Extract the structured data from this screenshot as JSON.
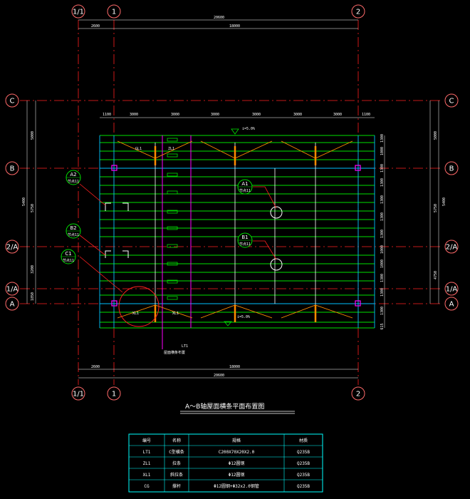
{
  "colors": {
    "background": "#000000",
    "axis_line": "#ff2020",
    "bubble": "#ff6a6a",
    "dimension": "#ffffff",
    "purlin": "#00e000",
    "grid_blue": "#00bfff",
    "magenta": "#ff00ff",
    "orange": "#ff8c00",
    "yellow": "#ffff00",
    "table_border": "#00ffff"
  },
  "axes": {
    "vertical": [
      "1/1",
      "1",
      "2"
    ],
    "horizontal": [
      "C",
      "B",
      "2/A",
      "1/A",
      "A"
    ]
  },
  "dimensions": {
    "top_row": [
      "2600",
      "18000"
    ],
    "top_total": "20600",
    "inner_top": [
      "1100",
      "3000",
      "3000",
      "3000",
      "3000",
      "3000",
      "3000",
      "1100"
    ],
    "bottom_row": [
      "2600",
      "18000"
    ],
    "bottom_total": "20600",
    "left": [
      "5000",
      "5750",
      "3200",
      "1850"
    ],
    "left_total": "5400",
    "right": [
      "5000",
      "5750",
      "4750"
    ],
    "right_total": "5400",
    "right_spacing": [
      "1300",
      "1000",
      "1300",
      "1300",
      "1300",
      "1300",
      "1300",
      "1000",
      "1000",
      "1300",
      "1300",
      "1300",
      "615"
    ]
  },
  "callouts": [
    {
      "id": "A2",
      "sub": "节点11"
    },
    {
      "id": "B2",
      "sub": "节点11"
    },
    {
      "id": "C1",
      "sub": "节点11"
    },
    {
      "id": "A1",
      "sub": "节点11"
    },
    {
      "id": "B1",
      "sub": "节点11"
    }
  ],
  "labels": {
    "ridge_top": "i=5.0%",
    "ridge_bottom": "i=5.0%",
    "brace_left_top": "GL1",
    "brace_left_top2": "ZL1",
    "brace_left_bottom": "XL1",
    "brace_left_bottom2": "XL1",
    "note_tag": "LT1",
    "note_text": "屋面横条布置"
  },
  "drawing_title": "A～B轴屋面横条平面布置图",
  "legend_table": {
    "headers": [
      "编号",
      "名称",
      "规格",
      "材质"
    ],
    "rows": [
      [
        "LT1",
        "C型横条",
        "C200X70X20X2.0",
        "Q235B"
      ],
      [
        "ZL1",
        "拉条",
        "Φ12圆钢",
        "Q235B"
      ],
      [
        "XL1",
        "斜拉条",
        "Φ12圆钢",
        "Q235B"
      ],
      [
        "CG",
        "撑杆",
        "Φ12圆钢+Φ32x2.0钢管",
        "Q235B"
      ]
    ]
  }
}
